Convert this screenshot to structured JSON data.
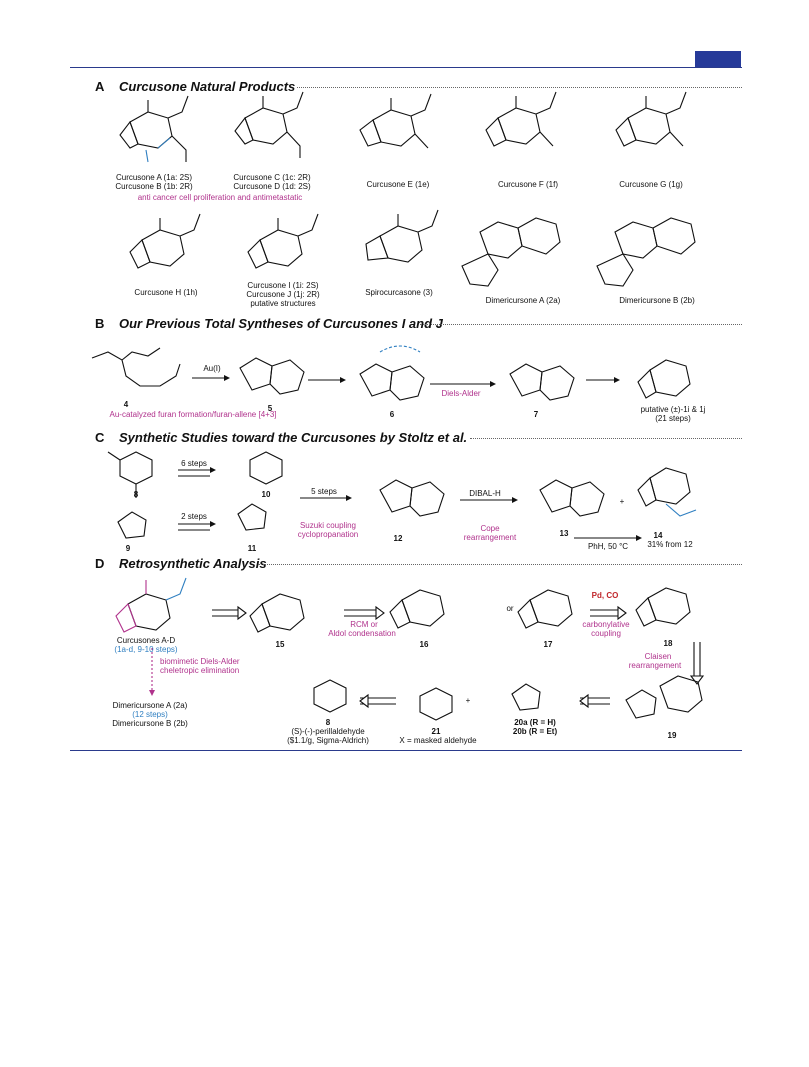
{
  "sections": {
    "a": {
      "letter": "A",
      "title": "Curcusone Natural Products"
    },
    "b": {
      "letter": "B",
      "title": "Our Previous Total Syntheses of Curcusones I and J"
    },
    "c": {
      "letter": "C",
      "title": "Synthetic Studies toward the Curcusones by Stoltz et al."
    },
    "d": {
      "letter": "D",
      "title": "Retrosynthetic Analysis"
    }
  },
  "a": {
    "ab_l1": "Curcusone A (1a: 2S)",
    "ab_l2": "Curcusone B (1b: 2R)",
    "cd_l1": "Curcusone C (1c: 2R)",
    "cd_l2": "Curcusone D (1d: 2S)",
    "e": "Curcusone E (1e)",
    "f": "Curcusone F (1f)",
    "g": "Curcusone G (1g)",
    "activity": "anti cancer cell proliferation and antimetastatic",
    "h": "Curcusone H (1h)",
    "ij_l1": "Curcusone I (1i: 2S)",
    "ij_l2": "Curcusone J (1j: 2R)",
    "ij_l3": "putative structures",
    "spiro": "Spirocurcasone (3)",
    "dimA": "Dimericursone A (2a)",
    "dimB": "Dimericursone B (2b)"
  },
  "b": {
    "c4": "4",
    "c5": "5",
    "c6": "6",
    "c7": "7",
    "au": "Au(I)",
    "au_note": "Au-catalyzed furan formation/furan-allene [4+3]",
    "da": "Diels-Alder",
    "product_l1": "putative (±)-1i & 1j",
    "product_l2": "(21 steps)"
  },
  "c": {
    "c8": "8",
    "c9": "9",
    "c10": "10",
    "c11": "11",
    "c12": "12",
    "c13": "13",
    "c14": "14",
    "six_steps": "6 steps",
    "two_steps": "2 steps",
    "five_steps": "5 steps",
    "suzuki_l1": "Suzuki coupling",
    "suzuki_l2": "cyclopropanation",
    "dibal": "DIBAL-H",
    "cope_l1": "Cope",
    "cope_l2": "rearrangement",
    "cond": "PhH, 50 °C",
    "yield": "31% from 12",
    "plus": "+"
  },
  "d": {
    "cur_l1": "Curcusones A-D",
    "cur_l2": "(1a-d, 9-10 steps)",
    "c15": "15",
    "c16": "16",
    "c17": "17",
    "c18": "18",
    "c19": "19",
    "c21": "21",
    "c8": "8",
    "c20a": "20a (R = H)",
    "c20b": "20b (R = Et)",
    "rcm_l1": "RCM or",
    "rcm_l2": "Aldol condensation",
    "or": "or",
    "pdco_l1": "Pd, CO",
    "pdco_l2": "carbonylative",
    "pdco_l3": "coupling",
    "claisen_l1": "Claisen",
    "claisen_l2": "rearrangement",
    "bio_l1": "biomimetic Diels-Alder",
    "bio_l2": "cheletropic elimination",
    "dimA": "Dimericursone A (2a)",
    "steps12": "(12 steps)",
    "dimB": "Dimericursone B (2b)",
    "peril_l1": "(S)-(-)-perillaldehyde",
    "peril_l2": "($1.1/g, Sigma-Aldrich)",
    "masked": "X = masked aldehyde",
    "plus": "+"
  }
}
